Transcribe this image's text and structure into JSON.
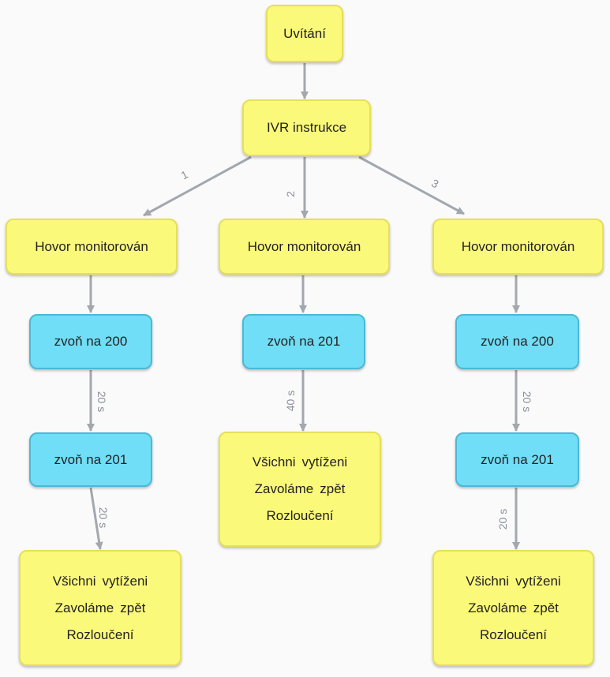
{
  "nodes": {
    "welcome": "Uvítání",
    "ivr": "IVR instrukce",
    "mon_1": "Hovor monitorován",
    "mon_2": "Hovor monitorován",
    "mon_3": "Hovor monitorován",
    "ring_1a": "zvoň na 200",
    "ring_1b": "zvoň na 201",
    "ring_2a": "zvoň na 201",
    "ring_3a": "zvoň na 200",
    "ring_3b": "zvoň na 201",
    "busy_1": {
      "line1a": "Všichni",
      "line1b": "vytíženi",
      "line2a": "Zavoláme",
      "line2b": "zpět",
      "line3": "Rozloučení"
    },
    "busy_2": {
      "line1a": "Všichni",
      "line1b": "vytíženi",
      "line2a": "Zavoláme",
      "line2b": "zpět",
      "line3": "Rozloučení"
    },
    "busy_3": {
      "line1a": "Všichni",
      "line1b": "vytíženi",
      "line2a": "Zavoláme",
      "line2b": "zpět",
      "line3": "Rozloučení"
    }
  },
  "edges": {
    "option_1": "1",
    "option_2": "2",
    "option_3": "3",
    "timeout_1a": "20 s",
    "timeout_1b": "20 s",
    "timeout_2": "40 s",
    "timeout_3a": "20 s",
    "timeout_3b": "20 s"
  },
  "colors": {
    "yellow_fill": "#fbf97a",
    "blue_fill": "#70def7",
    "arrow": "#a3a7ae"
  }
}
